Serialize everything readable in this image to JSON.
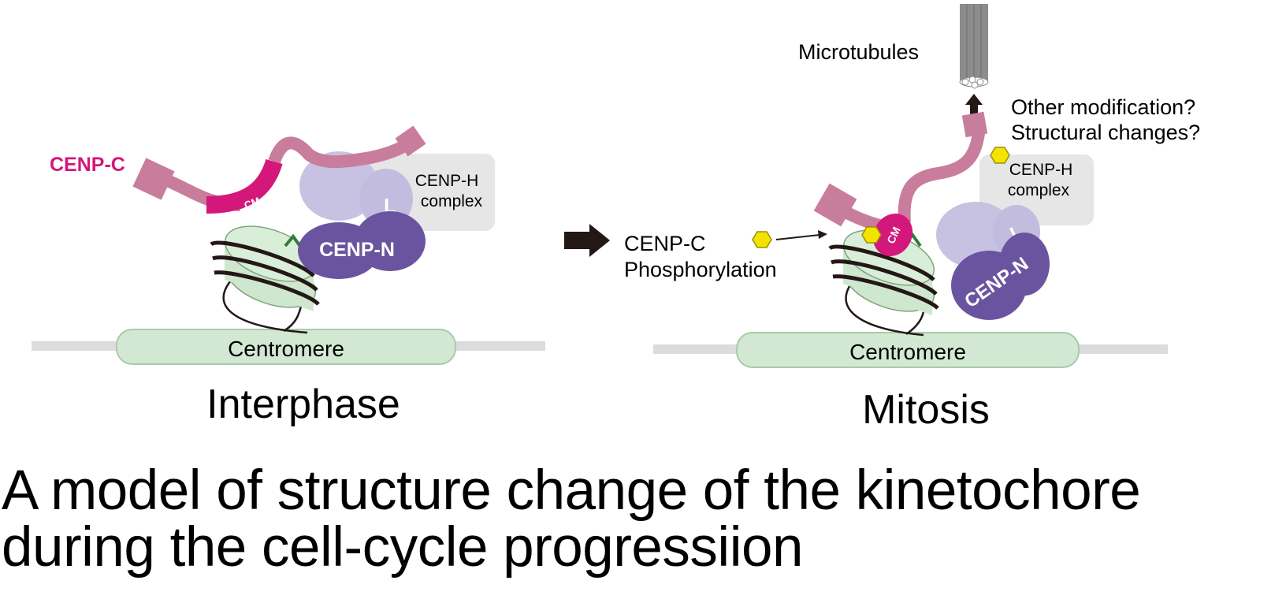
{
  "colors": {
    "cenp_c": "#c97d9c",
    "cm_motif": "#d4177b",
    "cenp_n": "#6a549f",
    "l_subunit": "#c2bcdf",
    "cenp_h_complex_bg": "#e6e6e6",
    "nucleosome": "#cfe6cf",
    "centromere": "#d2e8d2",
    "phospho": "#f2e400",
    "loop": "#2e7d3c",
    "microtubule": "#8c8c8c",
    "arrow": "#231815"
  },
  "interphase": {
    "cenp_c_label": "CENP-C",
    "cm_label": "CM",
    "cenp_h_label_line1": "CENP-H",
    "cenp_h_label_line2": "complex",
    "l_label": "L",
    "cenp_n_label": "CENP-N",
    "centromere_label": "Centromere",
    "stage_label": "Interphase"
  },
  "transition": {
    "phospho_label_line1": "CENP-C",
    "phospho_label_line2": "Phosphorylation"
  },
  "mitosis": {
    "microtubules_label": "Microtubules",
    "question_line1": "Other modification?",
    "question_line2": "Structural changes?",
    "cenp_h_label_line1": "CENP-H",
    "cenp_h_label_line2": "complex",
    "cm_label": "CM",
    "l_label": "L",
    "cenp_n_label": "CENP-N",
    "centromere_label": "Centromere",
    "stage_label": "Mitosis"
  },
  "caption": {
    "line1": "A model of structure change of the kinetochore",
    "line2": "during the cell-cycle progressiion"
  }
}
